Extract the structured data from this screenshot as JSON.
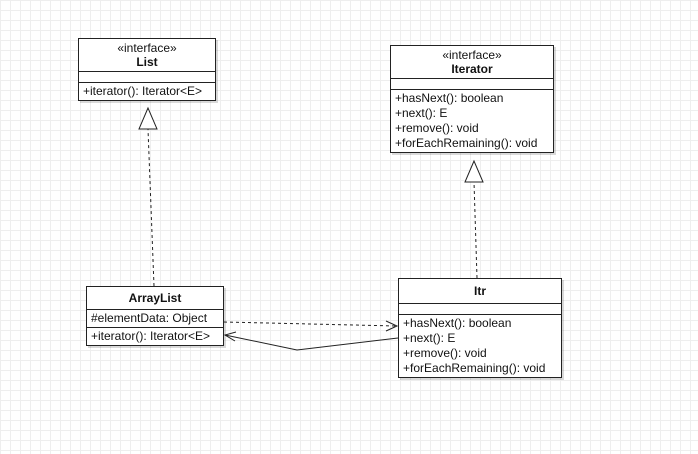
{
  "classes": {
    "list": {
      "stereotype": "«interface»",
      "name": "List",
      "attributes": [],
      "methods": [
        "+iterator(): Iterator<E>"
      ]
    },
    "iterator": {
      "stereotype": "«interface»",
      "name": "Iterator",
      "attributes": [],
      "methods": [
        "+hasNext(): boolean",
        "+next(): E",
        "+remove(): void",
        "+forEachRemaining(): void"
      ]
    },
    "arraylist": {
      "name": "ArrayList",
      "attributes": [
        "#elementData: Object"
      ],
      "methods": [
        "+iterator(): Iterator<E>"
      ]
    },
    "itr": {
      "name": "Itr",
      "attributes": [],
      "methods": [
        "+hasNext(): boolean",
        "+next(): E",
        "+remove(): void",
        "+forEachRemaining(): void"
      ]
    }
  },
  "relations": [
    {
      "from": "ArrayList",
      "to": "List",
      "type": "realization"
    },
    {
      "from": "Itr",
      "to": "Iterator",
      "type": "realization"
    },
    {
      "from": "ArrayList",
      "to": "Itr",
      "type": "dependency"
    },
    {
      "from": "Itr",
      "to": "ArrayList",
      "type": "association"
    }
  ]
}
